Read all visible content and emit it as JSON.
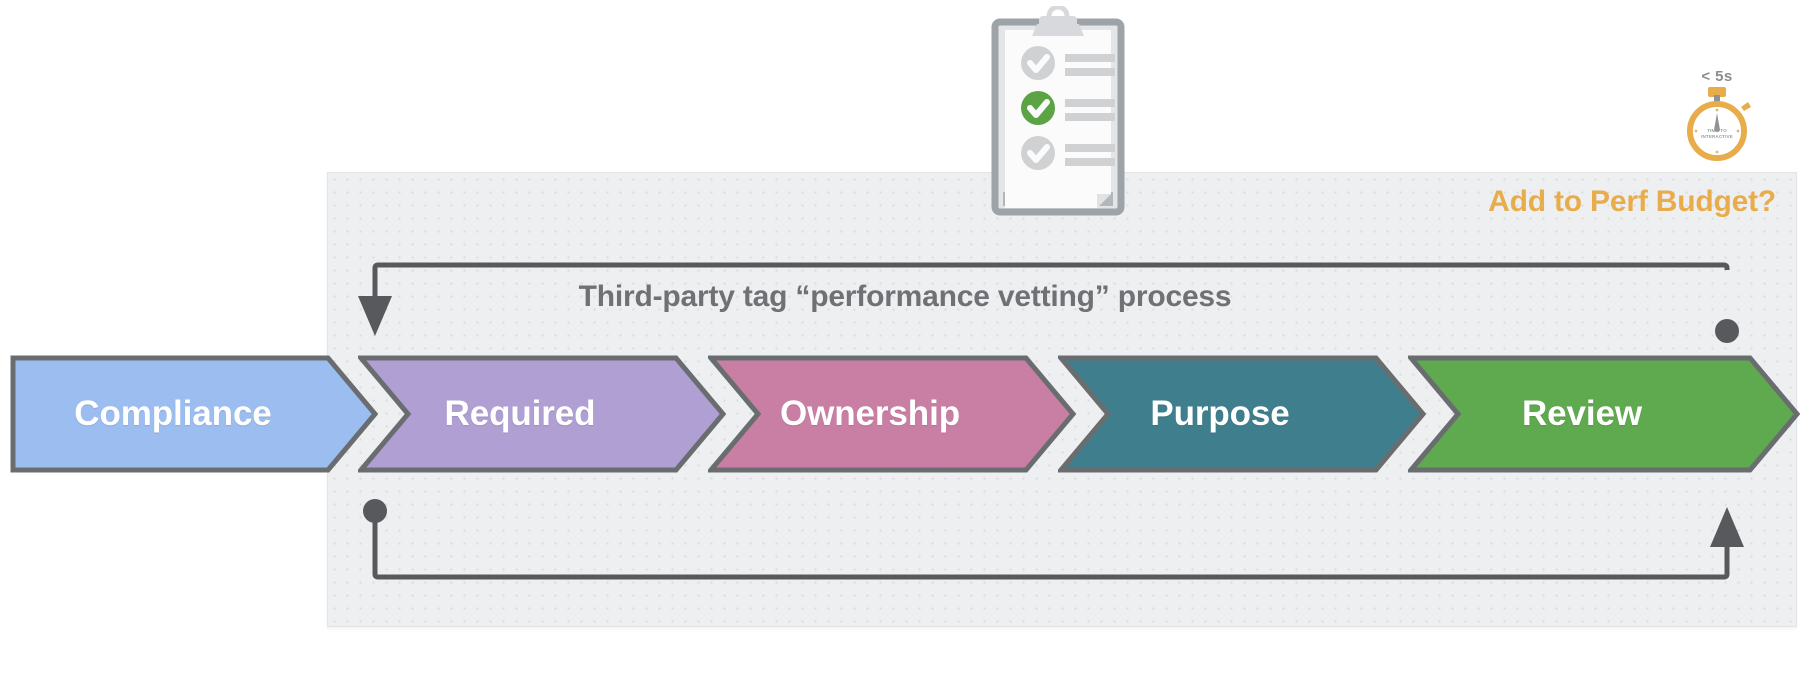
{
  "panel": {
    "heading": "Add to Perf Budget?",
    "heading_color": "#e8ad4a",
    "background_color": "#eeeff1"
  },
  "process": {
    "title": "Third-party tag “performance vetting” process",
    "title_color": "#6f7275"
  },
  "stages": [
    {
      "label": "Compliance",
      "color": "#9cbdf0",
      "border": "#6a6d70"
    },
    {
      "label": "Required",
      "color": "#af9fd3",
      "border": "#6a6d70"
    },
    {
      "label": "Ownership",
      "color": "#c97fa4",
      "border": "#6a6d70"
    },
    {
      "label": "Purpose",
      "color": "#3f7f8d",
      "border": "#6a6d70"
    },
    {
      "label": "Review",
      "color": "#5fa94f",
      "border": "#6a6d70"
    }
  ],
  "connectors": {
    "stroke_color": "#58595c",
    "top": {
      "from": "review-end-dot",
      "to": "compliance-arrow",
      "end_style": "dot",
      "start_style": "arrow-down"
    },
    "bottom": {
      "from": "compliance-dot",
      "to": "review-arrow",
      "start_style": "dot",
      "end_style": "arrow-up"
    }
  },
  "icons": {
    "clipboard": {
      "name": "clipboard-checklist-icon",
      "checks": [
        "unchecked",
        "checked",
        "unchecked"
      ],
      "check_active_color": "#5ba345",
      "check_inactive_color": "#cfd1d3"
    },
    "stopwatch": {
      "name": "stopwatch-icon",
      "label": "< 5s",
      "inner_text_line1": "TIME-TO",
      "inner_text_line2": "INTERACTIVE",
      "color": "#e8ad4a"
    }
  }
}
